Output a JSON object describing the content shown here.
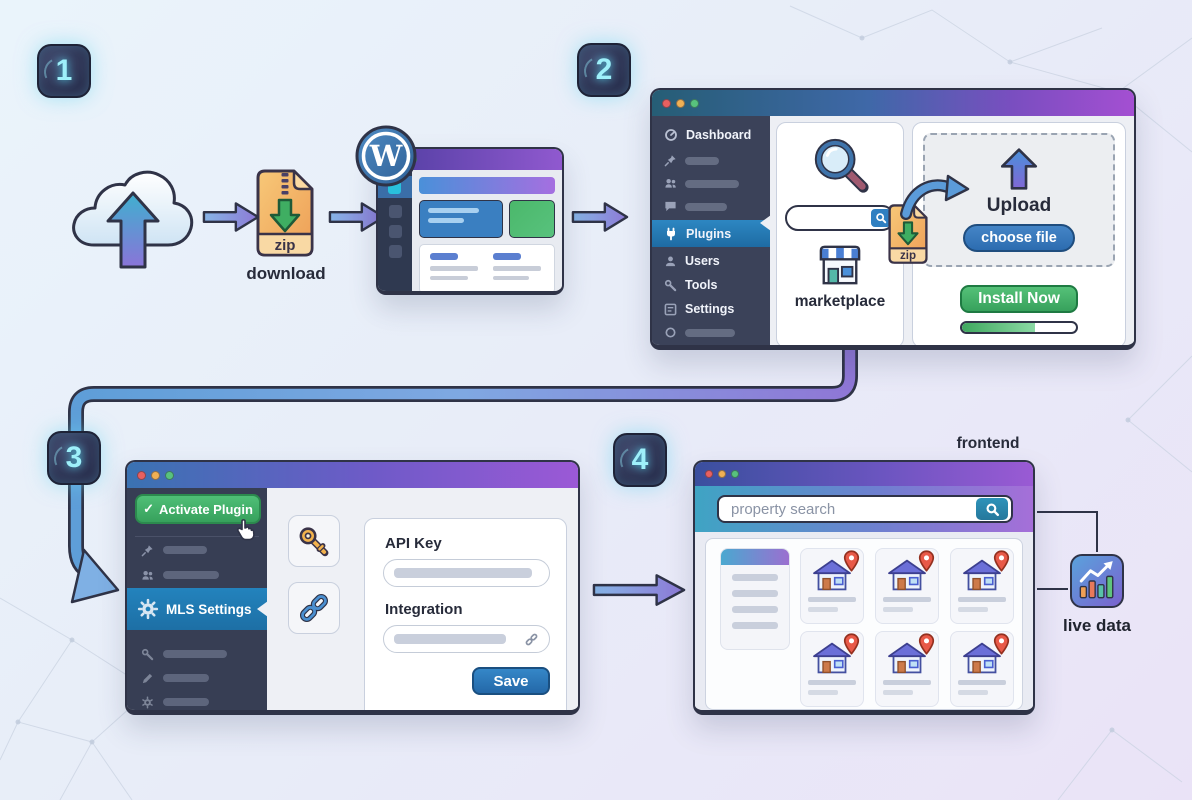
{
  "badges": {
    "step1": "1",
    "step2": "2",
    "step3": "3",
    "step4": "4"
  },
  "step1": {
    "download_label": "download",
    "zip_label": "zip",
    "wordpress_initial": "W"
  },
  "step2": {
    "sidebar": {
      "dashboard": "Dashboard",
      "plugins": "Plugins",
      "users": "Users",
      "tools": "Tools",
      "settings": "Settings"
    },
    "marketplace_label": "marketplace",
    "zip_label": "zip",
    "upload_label": "Upload",
    "choose_file_label": "choose file",
    "install_button": "Install Now",
    "install_progress_percent": 64
  },
  "step3": {
    "activate_button": "Activate Plugin",
    "activate_check": "✓",
    "mls_item": "MLS Settings",
    "api_key_label": "API Key",
    "integration_label": "Integration",
    "save_button": "Save"
  },
  "step4": {
    "frontend_label": "frontend",
    "search_placeholder": "property search",
    "live_data_label": "live data",
    "listing_cards": 6
  },
  "colors": {
    "accent_blue": "#2f7fc1",
    "accent_green": "#3fae62",
    "accent_purple": "#8b5cf6",
    "outline": "#2f3347"
  }
}
